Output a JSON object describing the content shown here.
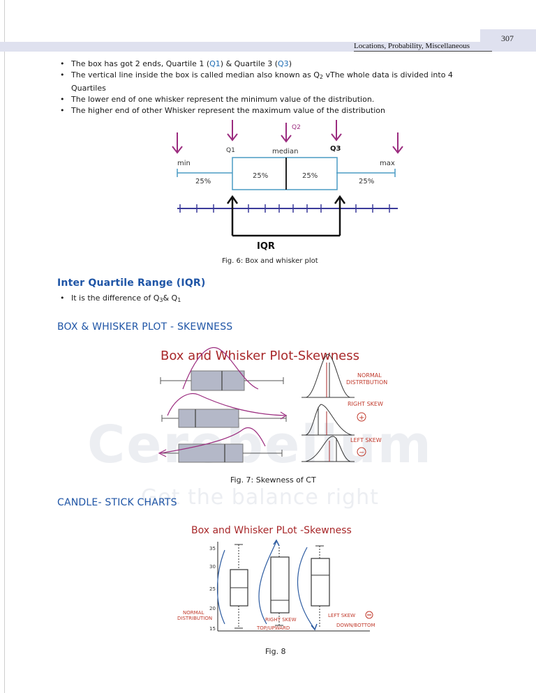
{
  "header": {
    "page_number": "307",
    "running_head": "Locations, Probability, Miscellaneous"
  },
  "bullets": {
    "b1_prefix": "The box has got 2 ends, Quartile 1 (",
    "b1_q1": "Q1",
    "b1_mid": ") & Quartile 3 (",
    "b1_q3": "Q3",
    "b1_suffix": ")",
    "b2_prefix": "The vertical line inside the box is called median also known as Q",
    "b2_sub": "2",
    "b2_suffix": " vThe whole data is divided into 4",
    "b2_cont": "Quartiles",
    "b3": "The lower end of one whisker represent the minimum value of the distribution.",
    "b4": "The higher end of other Whisker represent the maximum value of the distribution"
  },
  "fig6": {
    "label_q2": "Q2",
    "label_q1": "Q1",
    "label_median": "median",
    "label_q3": "Q3",
    "label_min": "min",
    "label_max": "max",
    "pct_1": "25%",
    "pct_2": "25%",
    "pct_3": "25%",
    "pct_4": "25%",
    "label_iqr": "IQR",
    "caption": "Fig. 6: Box and whisker plot",
    "colors": {
      "box": "#4a9bc4",
      "arrow": "#9b2c7f",
      "axis": "#3b3b9a"
    }
  },
  "iqr_section": {
    "heading": "Inter Quartile Range (IQR)",
    "bullet_prefix": "It is the difference of Q",
    "sub3": "3",
    "bullet_mid": "& Q",
    "sub1": "1"
  },
  "skew_section": {
    "heading": "BOX & WHISKER PLOT - SKEWNESS",
    "fig_title": "Box and Whisker Plot-Skewness",
    "label_normal_1": "NORMAL",
    "label_normal_2": "DISTRTBUTION",
    "label_right": "RIGHT SKEW",
    "label_left": "LEFT SKEW",
    "sign_plus": "+",
    "sign_minus": "−",
    "caption": "Fig. 7: Skewness of CT",
    "colors": {
      "title": "#a8282a",
      "box": "#b4b8c8",
      "curve": "#9b2c7f",
      "label": "#c0392b"
    }
  },
  "candle_section": {
    "heading": "CANDLE- STICK CHARTS",
    "fig_title": "Box and Whisker PLot -Skewness",
    "ticks": [
      "35",
      "30",
      "25",
      "20",
      "15"
    ],
    "label_normal_1": "NORMAL",
    "label_normal_2": "DISTRIBUTION",
    "label_right_1": "RIGHT SKEW",
    "label_right_2": "TOP/UPWARD",
    "label_left_1": "LEFT  SKEW",
    "label_left_2": "DOWN/BOTTOM",
    "caption": "Fig. 8"
  },
  "watermark": {
    "brand": "Cerebellum",
    "tagline": "Get the balance right"
  }
}
